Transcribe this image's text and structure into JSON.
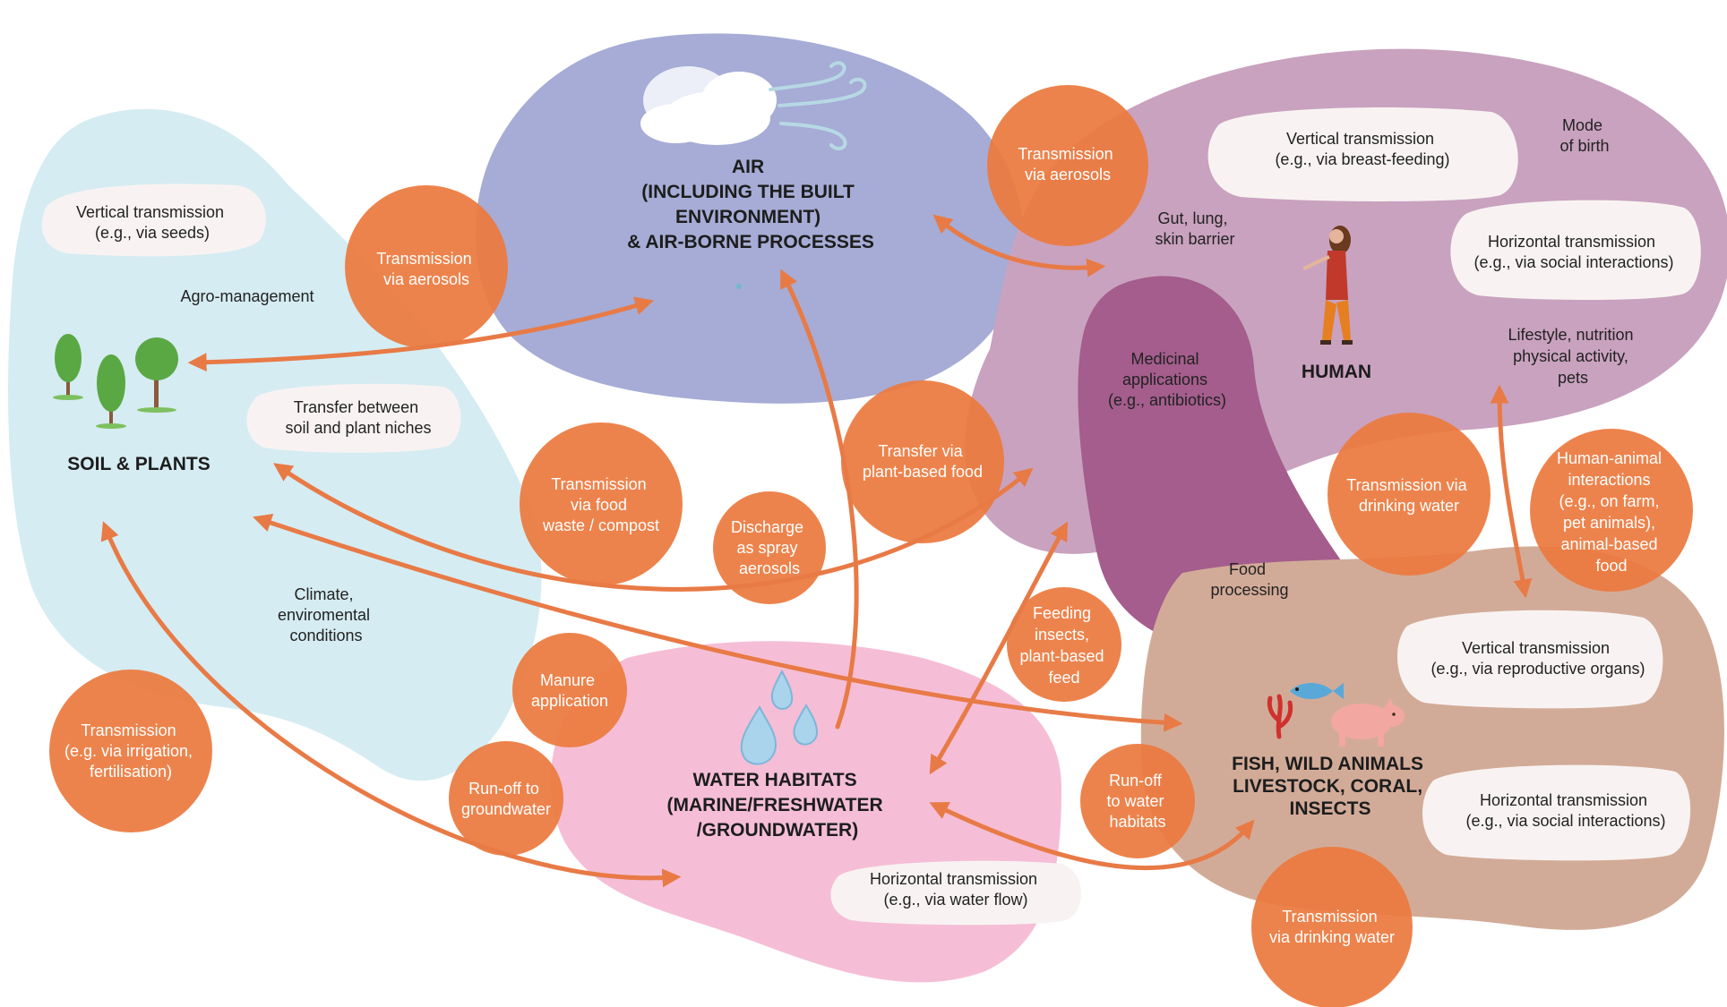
{
  "colors": {
    "soil": "#d5ecf2",
    "air": "#a6acd5",
    "human": "#c9a2bf",
    "medicine": "#a45d8c",
    "water": "#f5bed6",
    "animals": "#d2ab98",
    "circle": "#ec7a3e",
    "arrow": "#e87a46",
    "pill": "#f8f3f2"
  },
  "icons": [
    "cloud-icon",
    "wind-icon",
    "tree-icon",
    "woman-icon",
    "water-drops-icon",
    "fish-icon",
    "coral-icon",
    "pig-icon"
  ],
  "habitats": {
    "soil": [
      "SOIL & PLANTS"
    ],
    "air": [
      "AIR",
      "(INCLUDING THE BUILT",
      "ENVIRONMENT)",
      "& AIR-BORNE PROCESSES"
    ],
    "human": [
      "HUMAN"
    ],
    "water": [
      "WATER HABITATS",
      "(MARINE/FRESHWATER",
      "/GROUNDWATER)"
    ],
    "animals": [
      "FISH, WILD ANIMALS",
      "LIVESTOCK, CORAL,",
      "INSECTS"
    ]
  },
  "labels": {
    "agro": [
      "Agro-management"
    ],
    "climate": [
      "Climate,",
      "enviromental",
      "conditions"
    ],
    "mode_birth": [
      "Mode",
      "of birth"
    ],
    "gut": [
      "Gut, lung,",
      "skin barrier"
    ],
    "medicinal": [
      "Medicinal",
      "applications",
      "(e.g., antibiotics)"
    ],
    "lifestyle": [
      "Lifestyle, nutrition",
      "physical activity,",
      "pets"
    ],
    "food_processing": [
      "Food",
      "processing"
    ]
  },
  "pills": {
    "soil_vertical": [
      "Vertical transmission",
      "(e.g., via seeds)"
    ],
    "soil_transfer": [
      "Transfer between",
      "soil and plant niches"
    ],
    "human_vertical": [
      "Vertical transmission",
      "(e.g., via breast-feeding)"
    ],
    "human_horizontal": [
      "Horizontal transmission",
      "(e.g., via social interactions)"
    ],
    "animal_vertical": [
      "Vertical transmission",
      "(e.g., via reproductive organs)"
    ],
    "animal_horizontal": [
      "Horizontal transmission",
      "(e.g., via social interactions)"
    ],
    "water_horizontal": [
      "Horizontal transmission",
      "(e.g., via water flow)"
    ]
  },
  "circles": {
    "aerosols_soil": [
      "Transmission",
      "via aerosols"
    ],
    "aerosols_human": [
      "Transmission",
      "via aerosols"
    ],
    "food_waste": [
      "Transmission",
      "via food",
      "waste / compost"
    ],
    "spray": [
      "Discharge",
      "as spray",
      "aerosols"
    ],
    "plant_food": [
      "Transfer via",
      "plant-based food"
    ],
    "drinking_human": [
      "Transmission via",
      "drinking water"
    ],
    "human_animal": [
      "Human-animal",
      "interactions",
      "(e.g., on farm,",
      "pet animals),",
      "animal-based",
      "food"
    ],
    "feeding": [
      "Feeding",
      "insects,",
      "plant-based",
      "feed"
    ],
    "manure": [
      "Manure",
      "application"
    ],
    "runoff_ground": [
      "Run-off to",
      "groundwater"
    ],
    "irrigation": [
      "Transmission",
      "(e.g. via irrigation,",
      "fertilisation)"
    ],
    "runoff_water": [
      "Run-off",
      "to water",
      "habitats"
    ],
    "drinking_animals": [
      "Transmission",
      "via drinking water"
    ]
  }
}
